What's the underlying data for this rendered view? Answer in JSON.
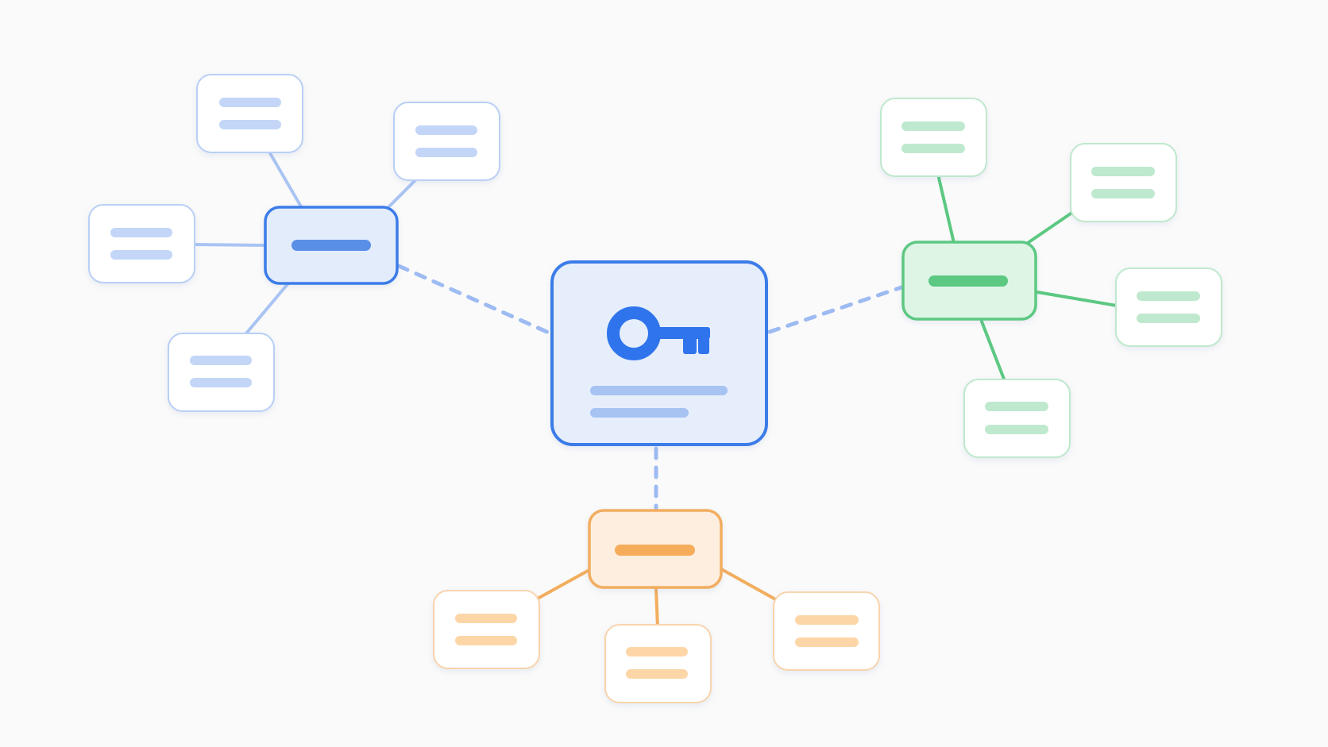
{
  "colors": {
    "background": "#fafafa",
    "blue_accent": "#3b7ce8",
    "blue_fill": "#e3ecfb",
    "blue_bar": "#5a8fe8",
    "blue_light_bar": "#c3d6f7",
    "blue_light_border": "#b9cff5",
    "green_accent": "#5cc882",
    "green_fill": "#def5e6",
    "green_bar": "#5cc882",
    "green_light_bar": "#bfe9cf",
    "green_light_border": "#bfe8cd",
    "orange_accent": "#f2ad5e",
    "orange_fill": "#fdeedf",
    "orange_bar": "#f5ad5c",
    "orange_light_bar": "#fdd6a8",
    "orange_light_border": "#f8d4ad",
    "dashed_link": "#9dbbf2"
  },
  "diagram": {
    "center_node": {
      "icon": "key-icon",
      "text_lines": 2
    },
    "clusters": [
      {
        "name": "blue-cluster",
        "color": "blue",
        "leaf_count": 4
      },
      {
        "name": "green-cluster",
        "color": "green",
        "leaf_count": 4
      },
      {
        "name": "orange-cluster",
        "color": "orange",
        "leaf_count": 3
      }
    ]
  }
}
